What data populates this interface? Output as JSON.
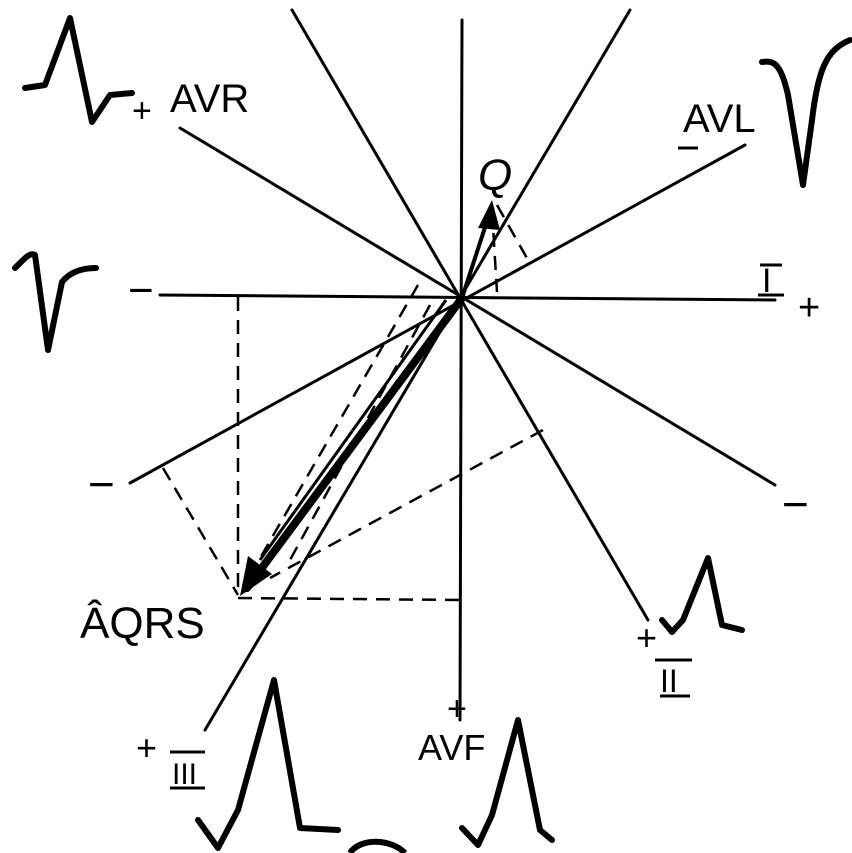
{
  "labels": {
    "avr": "AVR",
    "avl": "AVL",
    "avf": "AVF",
    "lead_i": "I",
    "lead_ii": "II",
    "lead_iii": "III",
    "q": "Q",
    "aqrs": "ÂQRS",
    "plus": "+",
    "minus": "−"
  },
  "colors": {
    "ink": "#000000",
    "paper": "#ffffff"
  }
}
